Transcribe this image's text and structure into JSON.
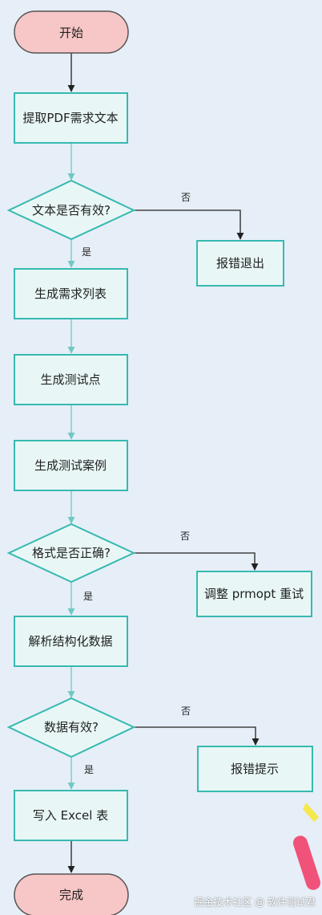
{
  "diagram": {
    "colors": {
      "background": "#e6eef7",
      "terminal_fill": "#f7c6c6",
      "terminal_stroke": "#555555",
      "process_fill": "#e8f7f6",
      "process_stroke": "#37b9b0",
      "edge_teal": "#6fc9c2",
      "edge_dark": "#222222"
    },
    "nodes": {
      "start": "开始",
      "extract": "提取PDF需求文本",
      "text_valid": "文本是否有效?",
      "error_exit": "报错退出",
      "gen_req_list": "生成需求列表",
      "gen_test_points": "生成测试点",
      "gen_test_cases": "生成测试案例",
      "format_ok": "格式是否正确?",
      "adjust_prompt": "调整 prmopt 重试",
      "parse_struct": "解析结构化数据",
      "data_valid": "数据有效?",
      "error_prompt": "报错提示",
      "write_excel": "写入 Excel 表",
      "done": "完成"
    },
    "edge_labels": {
      "text_no": "否",
      "text_yes": "是",
      "format_no": "否",
      "format_yes": "是",
      "data_no": "否",
      "data_yes": "是"
    }
  },
  "watermark": "掘金技术社区 @ 软件测试君"
}
